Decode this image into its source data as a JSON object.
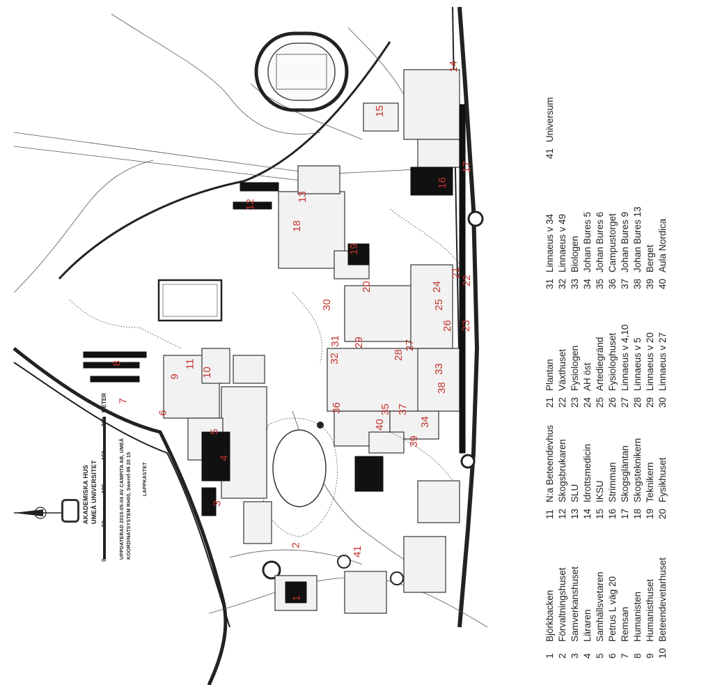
{
  "map": {
    "info": {
      "org_name": "AKADEMISKA HUS",
      "org_sub": "UMEÅ UNIVERSITET",
      "update_line1": "UPPDATERAD 2015-05-04 AV CAMPITA AB, UMEÅ",
      "update_line2": "KOORDINATSYSTEM RH00, Sweref-99 20 15",
      "scale_unit": "METER",
      "scale_ticks": [
        "0",
        "50",
        "100",
        "150",
        "200"
      ],
      "label_lappkastet": "LAPPKASTET"
    },
    "building_numbers": [
      "1",
      "2",
      "3",
      "4",
      "5",
      "6",
      "7",
      "8",
      "9",
      "10",
      "11",
      "12",
      "13",
      "14",
      "15",
      "16",
      "17",
      "18",
      "19",
      "20",
      "21",
      "22",
      "23",
      "24",
      "25",
      "26",
      "27",
      "28",
      "29",
      "30",
      "31",
      "32",
      "33",
      "34",
      "35",
      "36",
      "37",
      "38",
      "39",
      "40",
      "41"
    ],
    "accent_color": "#c4322c"
  },
  "legend": {
    "columns": [
      [
        {
          "num": "1",
          "name": "Björkbacken"
        },
        {
          "num": "2",
          "name": "Förvaltningshuset"
        },
        {
          "num": "3",
          "name": "Samverkanshuset"
        },
        {
          "num": "4",
          "name": "Läraren"
        },
        {
          "num": "5",
          "name": "Samhällsvetaren"
        },
        {
          "num": "6",
          "name": "Petrus L väg 20"
        },
        {
          "num": "7",
          "name": "Remsan"
        },
        {
          "num": "8",
          "name": "Humanisten"
        },
        {
          "num": "9",
          "name": "Humanisthuset"
        },
        {
          "num": "10",
          "name": "Beteendevetarhuset"
        }
      ],
      [
        {
          "num": "11",
          "name": "N:a Beteendevhus"
        },
        {
          "num": "12",
          "name": "Skogsbrukaren"
        },
        {
          "num": "13",
          "name": "SLU"
        },
        {
          "num": "14",
          "name": "Idrottsmedicin"
        },
        {
          "num": "15",
          "name": "IKSU"
        },
        {
          "num": "16",
          "name": "Strimman"
        },
        {
          "num": "17",
          "name": "Skogsgläntan"
        },
        {
          "num": "18",
          "name": "Skogsteknikern"
        },
        {
          "num": "19",
          "name": "Teknikern"
        },
        {
          "num": "20",
          "name": "Fysikhuset"
        }
      ],
      [
        {
          "num": "21",
          "name": "Plantan"
        },
        {
          "num": "22",
          "name": "Växthuset"
        },
        {
          "num": "23",
          "name": "Fysiologen"
        },
        {
          "num": "24",
          "name": "AH öst"
        },
        {
          "num": "25",
          "name": "Artediegränd"
        },
        {
          "num": "26",
          "name": "Fysiologhuset"
        },
        {
          "num": "27",
          "name": "Linnaeus v 4,10"
        },
        {
          "num": "28",
          "name": "Linnaeus v 5"
        },
        {
          "num": "29",
          "name": "Linnaeus v 20"
        },
        {
          "num": "30",
          "name": "Linnaeus v 27"
        }
      ],
      [
        {
          "num": "31",
          "name": "Linnaeus v 34"
        },
        {
          "num": "32",
          "name": "Linnaeus v 49"
        },
        {
          "num": "33",
          "name": "Biologen"
        },
        {
          "num": "34",
          "name": "Johan Bures 5"
        },
        {
          "num": "35",
          "name": "Johan Bures 6"
        },
        {
          "num": "36",
          "name": "Campustorget"
        },
        {
          "num": "37",
          "name": "Johan Bures 9"
        },
        {
          "num": "38",
          "name": "Johan Bures 13"
        },
        {
          "num": "39",
          "name": "Berget"
        },
        {
          "num": "40",
          "name": "Aula Nordica"
        }
      ],
      [
        {
          "num": "41",
          "name": "Universum"
        }
      ]
    ]
  }
}
